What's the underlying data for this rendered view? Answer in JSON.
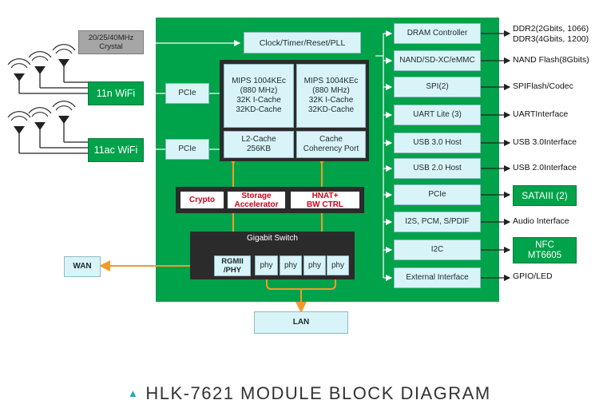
{
  "caption": {
    "marker": "▲",
    "text": "HLK-7621 MODULE BLOCK DIAGRAM",
    "marker_color": "#1aa9b5"
  },
  "crystal": {
    "line1": "20/25/40MHz",
    "line2": "Crystal"
  },
  "clock": "Clock/Timer/Reset/PLL",
  "cpu_left": [
    "MIPS 1004KEc",
    "(880 MHz)",
    "32K I-Cache",
    "32KD-Cache"
  ],
  "cpu_right": [
    "MIPS 1004KEc",
    "(880 MHz)",
    "32K I-Cache",
    "32KD-Cache"
  ],
  "l2cache": [
    "L2-Cache",
    "256KB"
  ],
  "coherency": [
    "Cache",
    "Coherency Port"
  ],
  "wifi_11n": "11n WiFi",
  "wifi_11ac": "11ac WiFi",
  "pcie_1": "PCIe",
  "pcie_2": "PCIe",
  "crypto": "Crypto",
  "storage": [
    "Storage",
    "Accelerator"
  ],
  "hnat": [
    "HNAT+",
    "BW CTRL"
  ],
  "gigabit_switch": "Gigabit Switch",
  "rgmii": [
    "RGMII",
    "/PHY"
  ],
  "phys": [
    "phy",
    "phy",
    "phy",
    "phy"
  ],
  "wan": "WAN",
  "lan": "LAN",
  "peripherals": [
    "DRAM Controller",
    "NAND/SD-XC/eMMC",
    "SPI(2)",
    "UART Lite (3)",
    "USB 3.0 Host",
    "USB 2.0 Host",
    "PCIe",
    "I2S, PCM, S/PDIF",
    "I2C",
    "External Interface"
  ],
  "external": {
    "ddr": [
      "DDR2(2Gbits, 1066)",
      "DDR3(4Gbits, 1200)"
    ],
    "nand": "NAND Flash(8Gbits)",
    "spi": "SPIFlash/Codec",
    "uart": "UARTInterface",
    "usb3": "USB 3.0Interface",
    "usb2": "USB 2.0Interface",
    "sata": "SATAIII (2)",
    "audio": "Audio Interface",
    "nfc": [
      "NFC",
      "MT6605"
    ],
    "gpio": "GPIO/LED"
  },
  "colors": {
    "board": "#00a24a",
    "light_box": "#d9f4f8",
    "arrow_orange": "#f39a2b",
    "red_text": "#d0021b"
  }
}
